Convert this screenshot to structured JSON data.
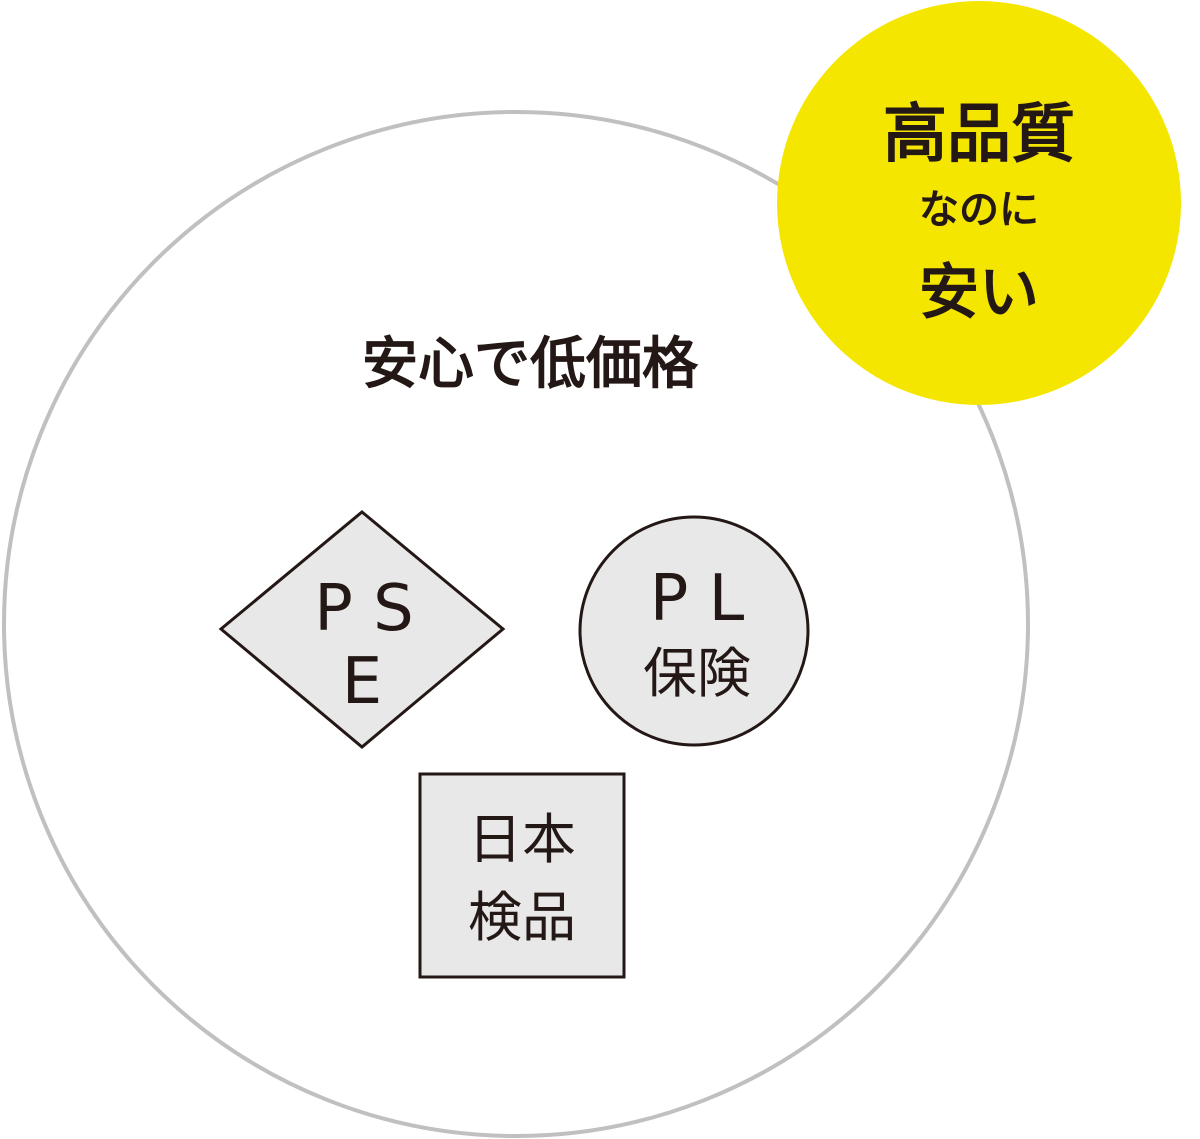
{
  "main_circle": {
    "title": "安心で低価格"
  },
  "highlight_circle": {
    "line1": "高品質",
    "line2": "なのに",
    "line3": "安い",
    "color": "#f5e600"
  },
  "badges": {
    "pse": {
      "line1": "P S",
      "line2": "E"
    },
    "pl": {
      "line1": "P L",
      "line2": "保険"
    },
    "inspection": {
      "line1": "日本",
      "line2": "検品"
    }
  }
}
